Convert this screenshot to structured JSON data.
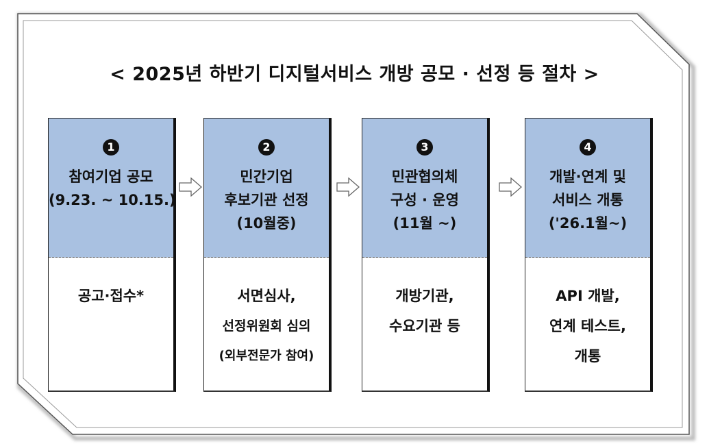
{
  "title": "< 2025년 하반기 디지털서비스 개방 공모 · 선정 등 절차 >",
  "steps": [
    {
      "number": "1",
      "head_lines": [
        "참여기업 공모",
        "(9.23. ~ 10.15.)"
      ],
      "body_lines": [
        "공고·접수*"
      ]
    },
    {
      "number": "2",
      "head_lines": [
        "민간기업",
        "후보기관 선정",
        "(10월중)"
      ],
      "body_lines": [
        "서면심사,",
        "선정위원회 심의",
        "(외부전문가 참여)"
      ]
    },
    {
      "number": "3",
      "head_lines": [
        "민관협의체",
        "구성 · 운영",
        "(11월 ~)"
      ],
      "body_lines": [
        "개방기관,",
        "수요기관 등"
      ]
    },
    {
      "number": "4",
      "head_lines": [
        "개발·연계 및",
        "서비스 개통",
        "('26.1월~)"
      ],
      "body_lines": [
        "API 개발,",
        "연계 테스트,",
        "개통"
      ]
    }
  ],
  "colors": {
    "header_fill": "#a9c1e1",
    "arrow_fill": "#ffffff",
    "arrow_stroke": "#666666"
  },
  "icons": {
    "arrow": "right-hollow-arrow-icon",
    "step_marker": "filled-circle-number-icon"
  }
}
